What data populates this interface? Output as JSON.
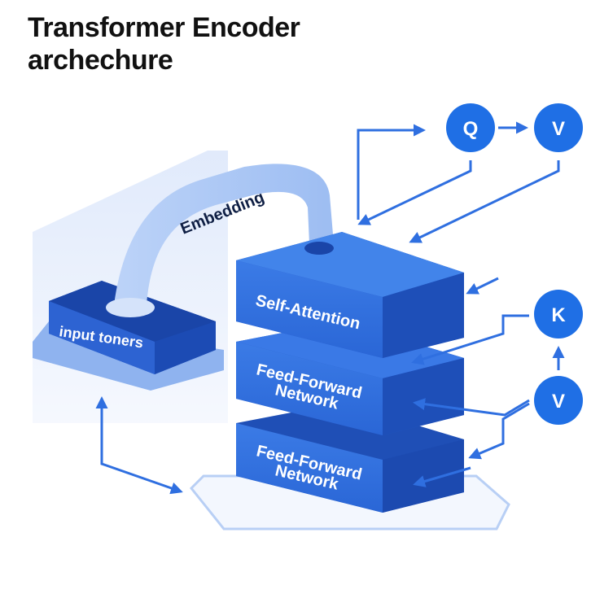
{
  "title_line1": "Transformer Encoder",
  "title_line2": "archechure",
  "embedding_label": "Embedding",
  "input_label": "input toners",
  "blocks": {
    "self_attention": "Self-Attention",
    "ffn1_line1": "Feed-Forward",
    "ffn1_line2": "Network",
    "ffn2_line1": "Feed-Forward",
    "ffn2_line2": "Network"
  },
  "nodes": {
    "q": "Q",
    "v_top": "V",
    "k": "K",
    "v_bottom": "V"
  },
  "colors": {
    "primary": "#2f6fe0",
    "primary_dark": "#1d4fb8",
    "light": "#a9c6f5",
    "panel": "#e6effd",
    "node": "#1f6fe5"
  }
}
